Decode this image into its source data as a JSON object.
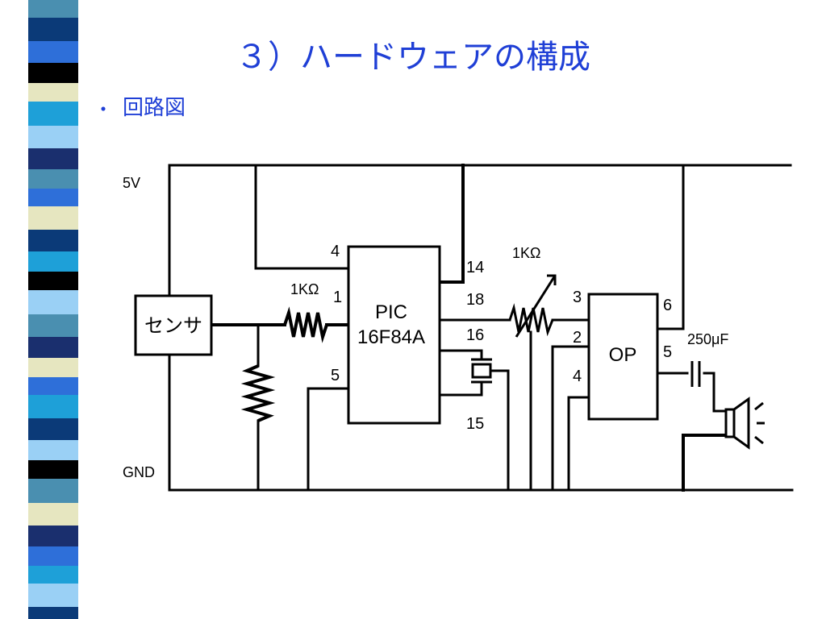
{
  "slide": {
    "title": "３）ハードウェアの構成",
    "bullet_marker": "・",
    "bullet_text": "回路図"
  },
  "colors": {
    "title": "#1f3fd6",
    "line": "#000000",
    "stripe_palette": [
      "#4a8fb0",
      "#0b3a78",
      "#2e6fd9",
      "#000000",
      "#e6e6c0",
      "#1ea0d8",
      "#9ad0f5",
      "#1a2f6e"
    ]
  },
  "schematic": {
    "rail_top_label": "5V",
    "rail_bottom_label": "GND",
    "sensor_label": "センサ",
    "resistor1_label": "1KΩ",
    "resistor2_label": "1KΩ",
    "pic_label_line1": "PIC",
    "pic_label_line2": "16F84A",
    "pic_pins": [
      "4",
      "1",
      "5",
      "14",
      "18",
      "16",
      "15"
    ],
    "op_label": "OP",
    "op_pins": [
      "3",
      "2",
      "4",
      "6",
      "5"
    ],
    "capacitor_label": "250μF"
  }
}
